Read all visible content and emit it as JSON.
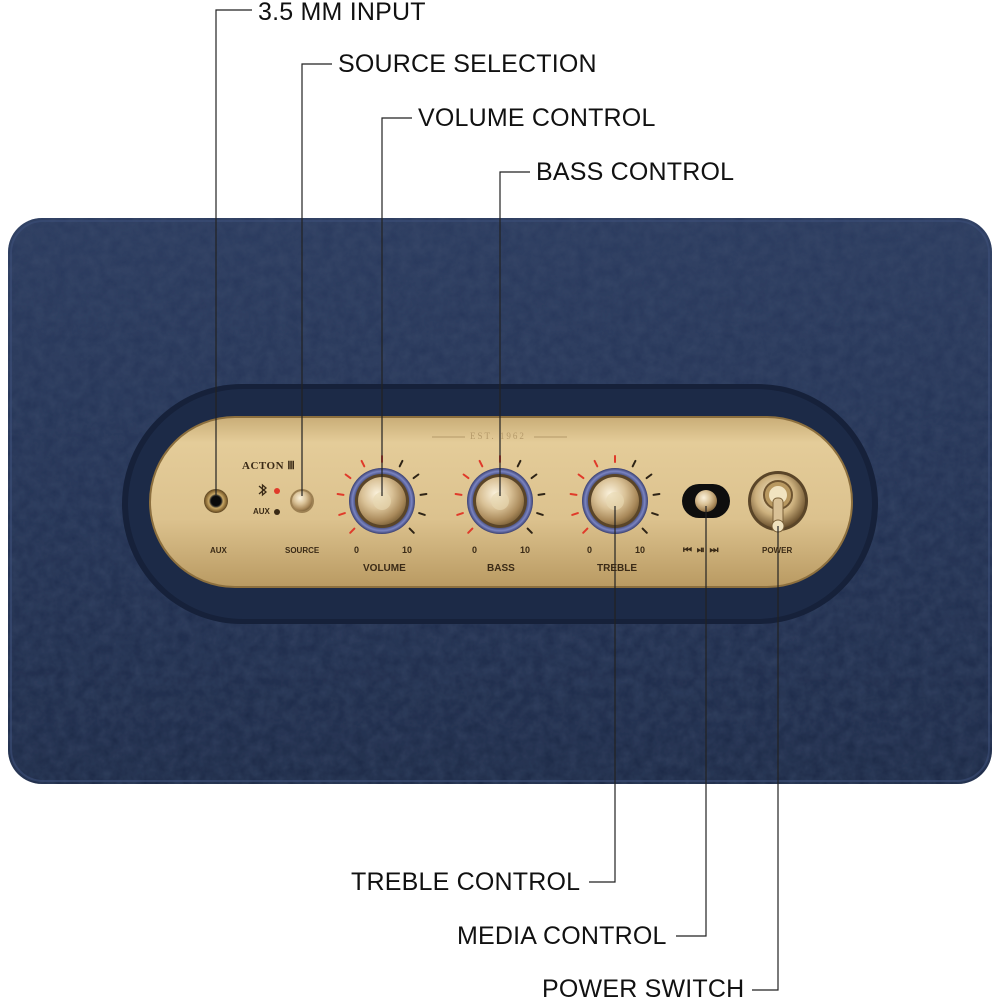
{
  "callouts": {
    "input": "3.5 MM INPUT",
    "source": "SOURCE SELECTION",
    "volume": "VOLUME CONTROL",
    "bass": "BASS CONTROL",
    "treble": "TREBLE CONTROL",
    "media": "MEDIA CONTROL",
    "power": "POWER SWITCH"
  },
  "panel": {
    "brand": "ACTON Ⅲ",
    "est": "EST. 1962",
    "aux_label": "AUX",
    "source_label": "SOURCE",
    "aux_indicator": "AUX",
    "bluetooth_icon": "bluetooth-icon",
    "volume_label": "VOLUME",
    "bass_label": "BASS",
    "treble_label": "TREBLE",
    "scale_min": "0",
    "scale_max": "10",
    "media_symbols": "⏮ ⏯ ⏭",
    "power_label": "POWER"
  },
  "colors": {
    "speaker_body": "#22314f",
    "brass_panel": "#d9c08c",
    "led_red": "#e03a2a",
    "knob_ring": "#6f79b8"
  }
}
